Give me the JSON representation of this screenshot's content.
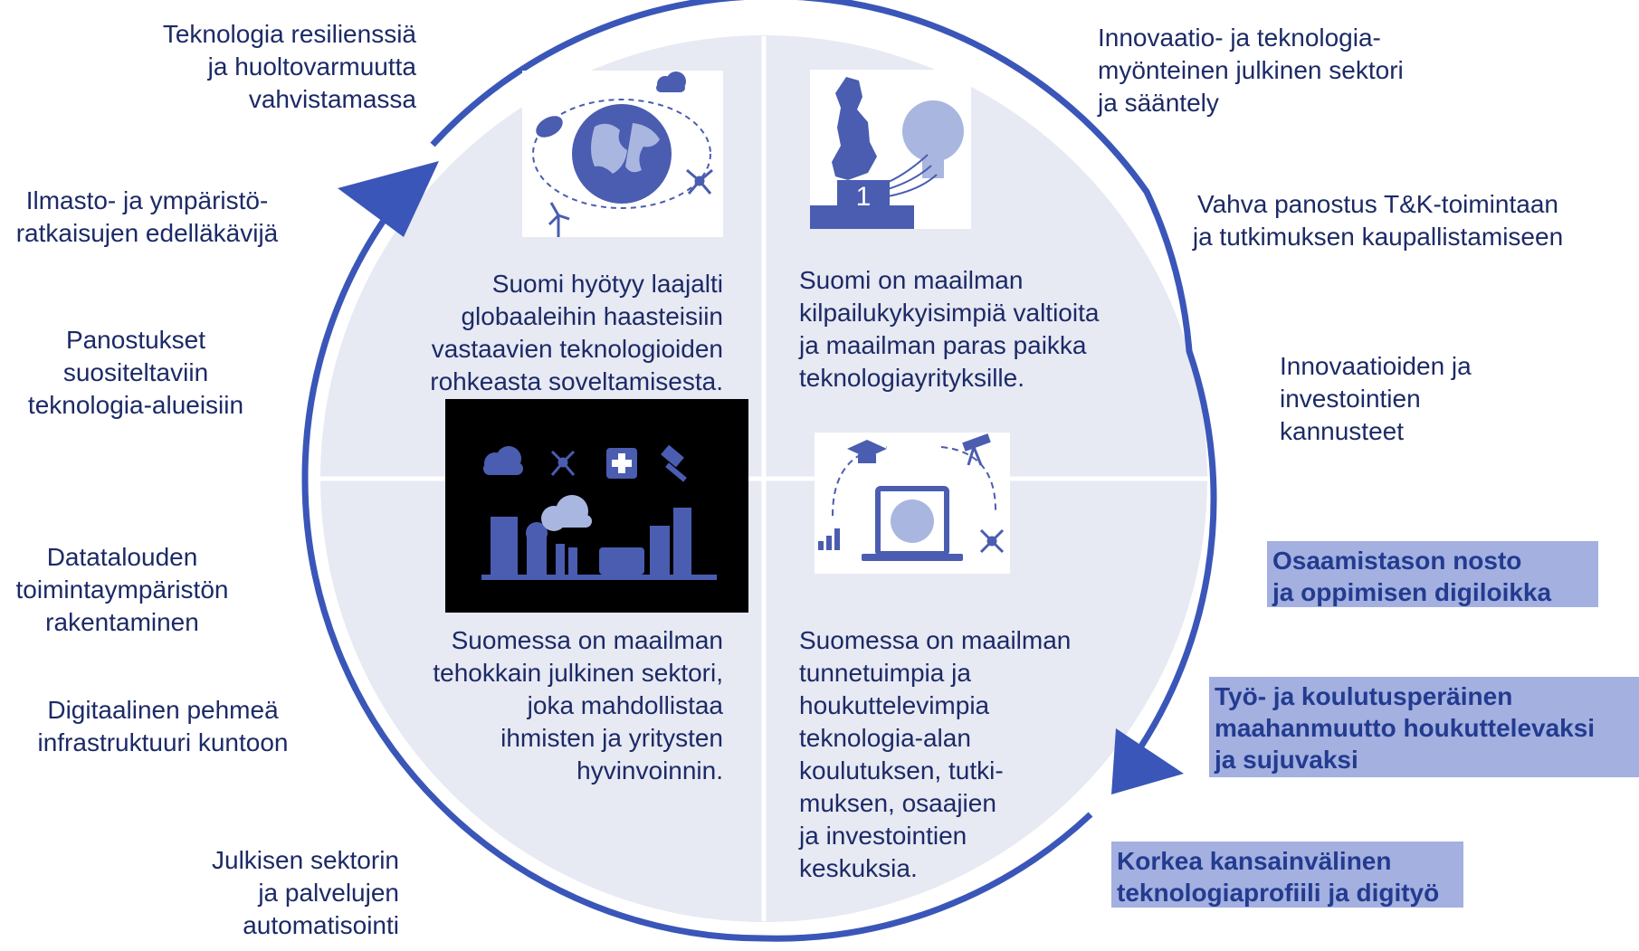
{
  "colors": {
    "ring": "#3a56b8",
    "disc": "#e7e9f3",
    "icon": "#4a5db0",
    "icon_light": "#a9b6e0",
    "highlight_bg": "#a3b0e0",
    "highlight_text": "#233b8f",
    "label_text": "#1c2a66"
  },
  "quadrants": {
    "top_left": "Suomi hyötyy laajalti\nglobaaleihin haasteisiin\nvastaavien teknologioiden\nrohkeasta soveltamisesta.",
    "top_right": "Suomi on maailman\nkilpailukykyisimpiä valtioita\nja maailman paras paikka\nteknologiayrityksille.",
    "bottom_left": "Suomessa on maailman\ntehokkain julkinen sektori,\njoka mahdollistaa\nihmisten ja yritysten\nhyvinvoinnin.",
    "bottom_right": "Suomessa on maailman\ntunnetuimpia ja\nhoukuttelevimpia\nteknologia-alan\nkoulutuksen, tutki-\nmuksen, osaajien\nja investointien\nkeskuksia."
  },
  "left_labels": [
    "Teknologia resilienssiä\nja huoltovarmuutta\nvahvistamassa",
    "Ilmasto- ja ympäristö-\nratkaisujen edelläkävijä",
    "Panostukset\nsuositeltaviin\nteknologia-alueisiin",
    "Datatalouden\ntoimintaympäristön\nrakentaminen",
    "Digitaalinen pehmeä\ninfrastruktuuri kuntoon",
    "Julkisen sektorin\nja palvelujen\nautomatisointi"
  ],
  "right_labels": [
    "Innovaatio- ja teknologia-\nmyönteinen julkinen sektori\nja sääntely",
    "Vahva panostus T&K-toimintaan\nja tutkimuksen kaupallistamiseen",
    "Innovaatioiden ja\ninvestointien\nkannusteet"
  ],
  "highlighted_labels": [
    "Osaamistason nosto\nja oppimisen digiloikka",
    "Työ- ja koulutusperäinen\nmaahanmuutto houkuttelevaksi\nja sujuvaksi",
    "Korkea kansainvälinen\nteknologiaprofiili ja digityö"
  ],
  "icons": {
    "top_left": [
      "leaf-icon",
      "globe-icon",
      "cloud-icon",
      "network-icon",
      "wind-turbine-icon"
    ],
    "top_right": [
      "finland-map-icon",
      "lightbulb-icon",
      "podium-icon"
    ],
    "podium_number": "1",
    "bottom_left": [
      "cloud-icon",
      "network-icon",
      "medical-cross-icon",
      "gavel-icon",
      "city-icon"
    ],
    "bottom_right": [
      "graduation-cap-icon",
      "telescope-icon",
      "laptop-icon",
      "people-icon",
      "growth-chart-icon",
      "network-icon"
    ]
  }
}
